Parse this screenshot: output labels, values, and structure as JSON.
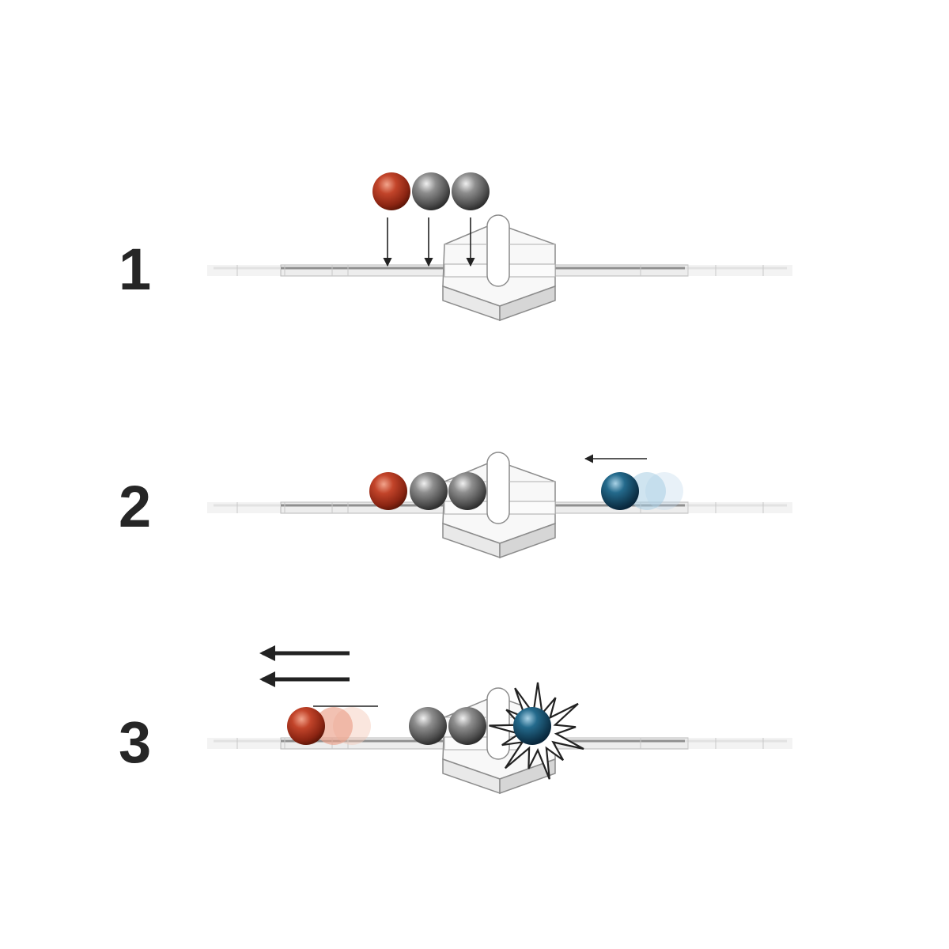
{
  "steps": [
    {
      "number": "1"
    },
    {
      "number": "2"
    },
    {
      "number": "3"
    }
  ],
  "colors": {
    "red_ball": "#b0321c",
    "grey_ball": "#6c6c6c",
    "blue_ball": "#184e6b",
    "rail": "#9a9a9a",
    "block": "#f4f4f4",
    "block_stroke": "#8c8c8c",
    "arrow": "#222222",
    "text": "#262626"
  },
  "icons": [
    "red-ball",
    "grey-ball",
    "blue-ball",
    "collision-burst-icon",
    "arrow-icon"
  ]
}
